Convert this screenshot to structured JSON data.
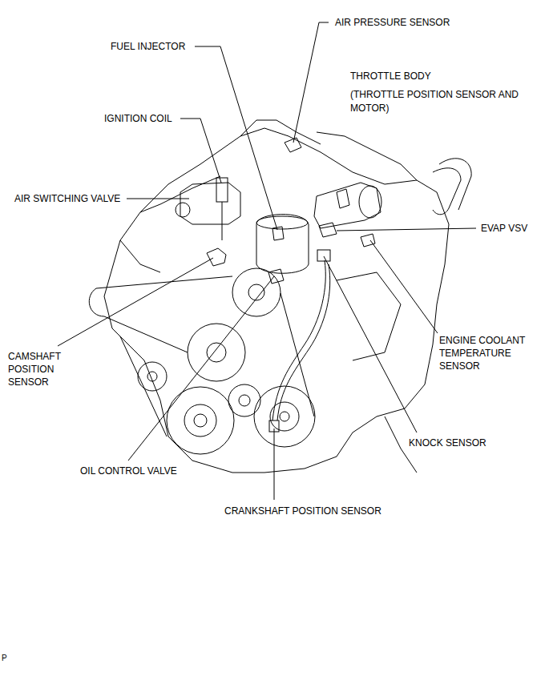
{
  "diagram": {
    "labels": [
      "AIR PRESSURE SENSOR",
      "FUEL INJECTOR",
      "THROTTLE BODY",
      "(THROTTLE POSITION SENSOR AND MOTOR)",
      "IGNITION COIL",
      "AIR SWITCHING VALVE",
      "EVAP VSV",
      "CAMSHAFT POSITION SENSOR",
      "ENGINE COOLANT TEMPERATURE SENSOR",
      "KNOCK SENSOR",
      "OIL CONTROL VALVE",
      "CRANKSHAFT POSITION SENSOR",
      "P"
    ]
  }
}
